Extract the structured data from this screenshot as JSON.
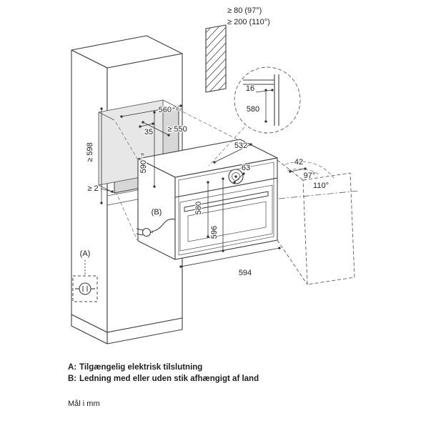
{
  "diagram": {
    "top_clearances": {
      "at_97": "≥ 80 (97°)",
      "at_110": "≥ 200 (110°)"
    },
    "detail_inset": {
      "panel_thickness": "16",
      "height": "580"
    },
    "dimensions": {
      "niche_width": "560⁺⁸",
      "niche_depth_min": "≥ 550",
      "front_inset": "35",
      "surround_height_min": "≥ 598",
      "niche_height": "590⁻⁸",
      "bottom_gap_min": "≥ 2",
      "appliance_depth": "532",
      "panel_offset": "63",
      "door_clearance": "42",
      "door_angle_97": "97°",
      "door_angle_110": "110°",
      "appliance_height": "580",
      "appliance_height_total": "596",
      "appliance_width": "594"
    },
    "callouts": {
      "a": "(A)",
      "b": "(B)"
    }
  },
  "legend": {
    "line_a_prefix": "A:",
    "line_a_text": "Tilgængelig elektrisk tilslutning",
    "line_b_prefix": "B:",
    "line_b_text": "Ledning med eller uden stik afhængigt af land",
    "units_note": "Mål i mm"
  },
  "colors": {
    "line": "#3d3d3d",
    "niche_fill": "#d7d7d7",
    "niche_back_fill": "#e7e7e7"
  }
}
